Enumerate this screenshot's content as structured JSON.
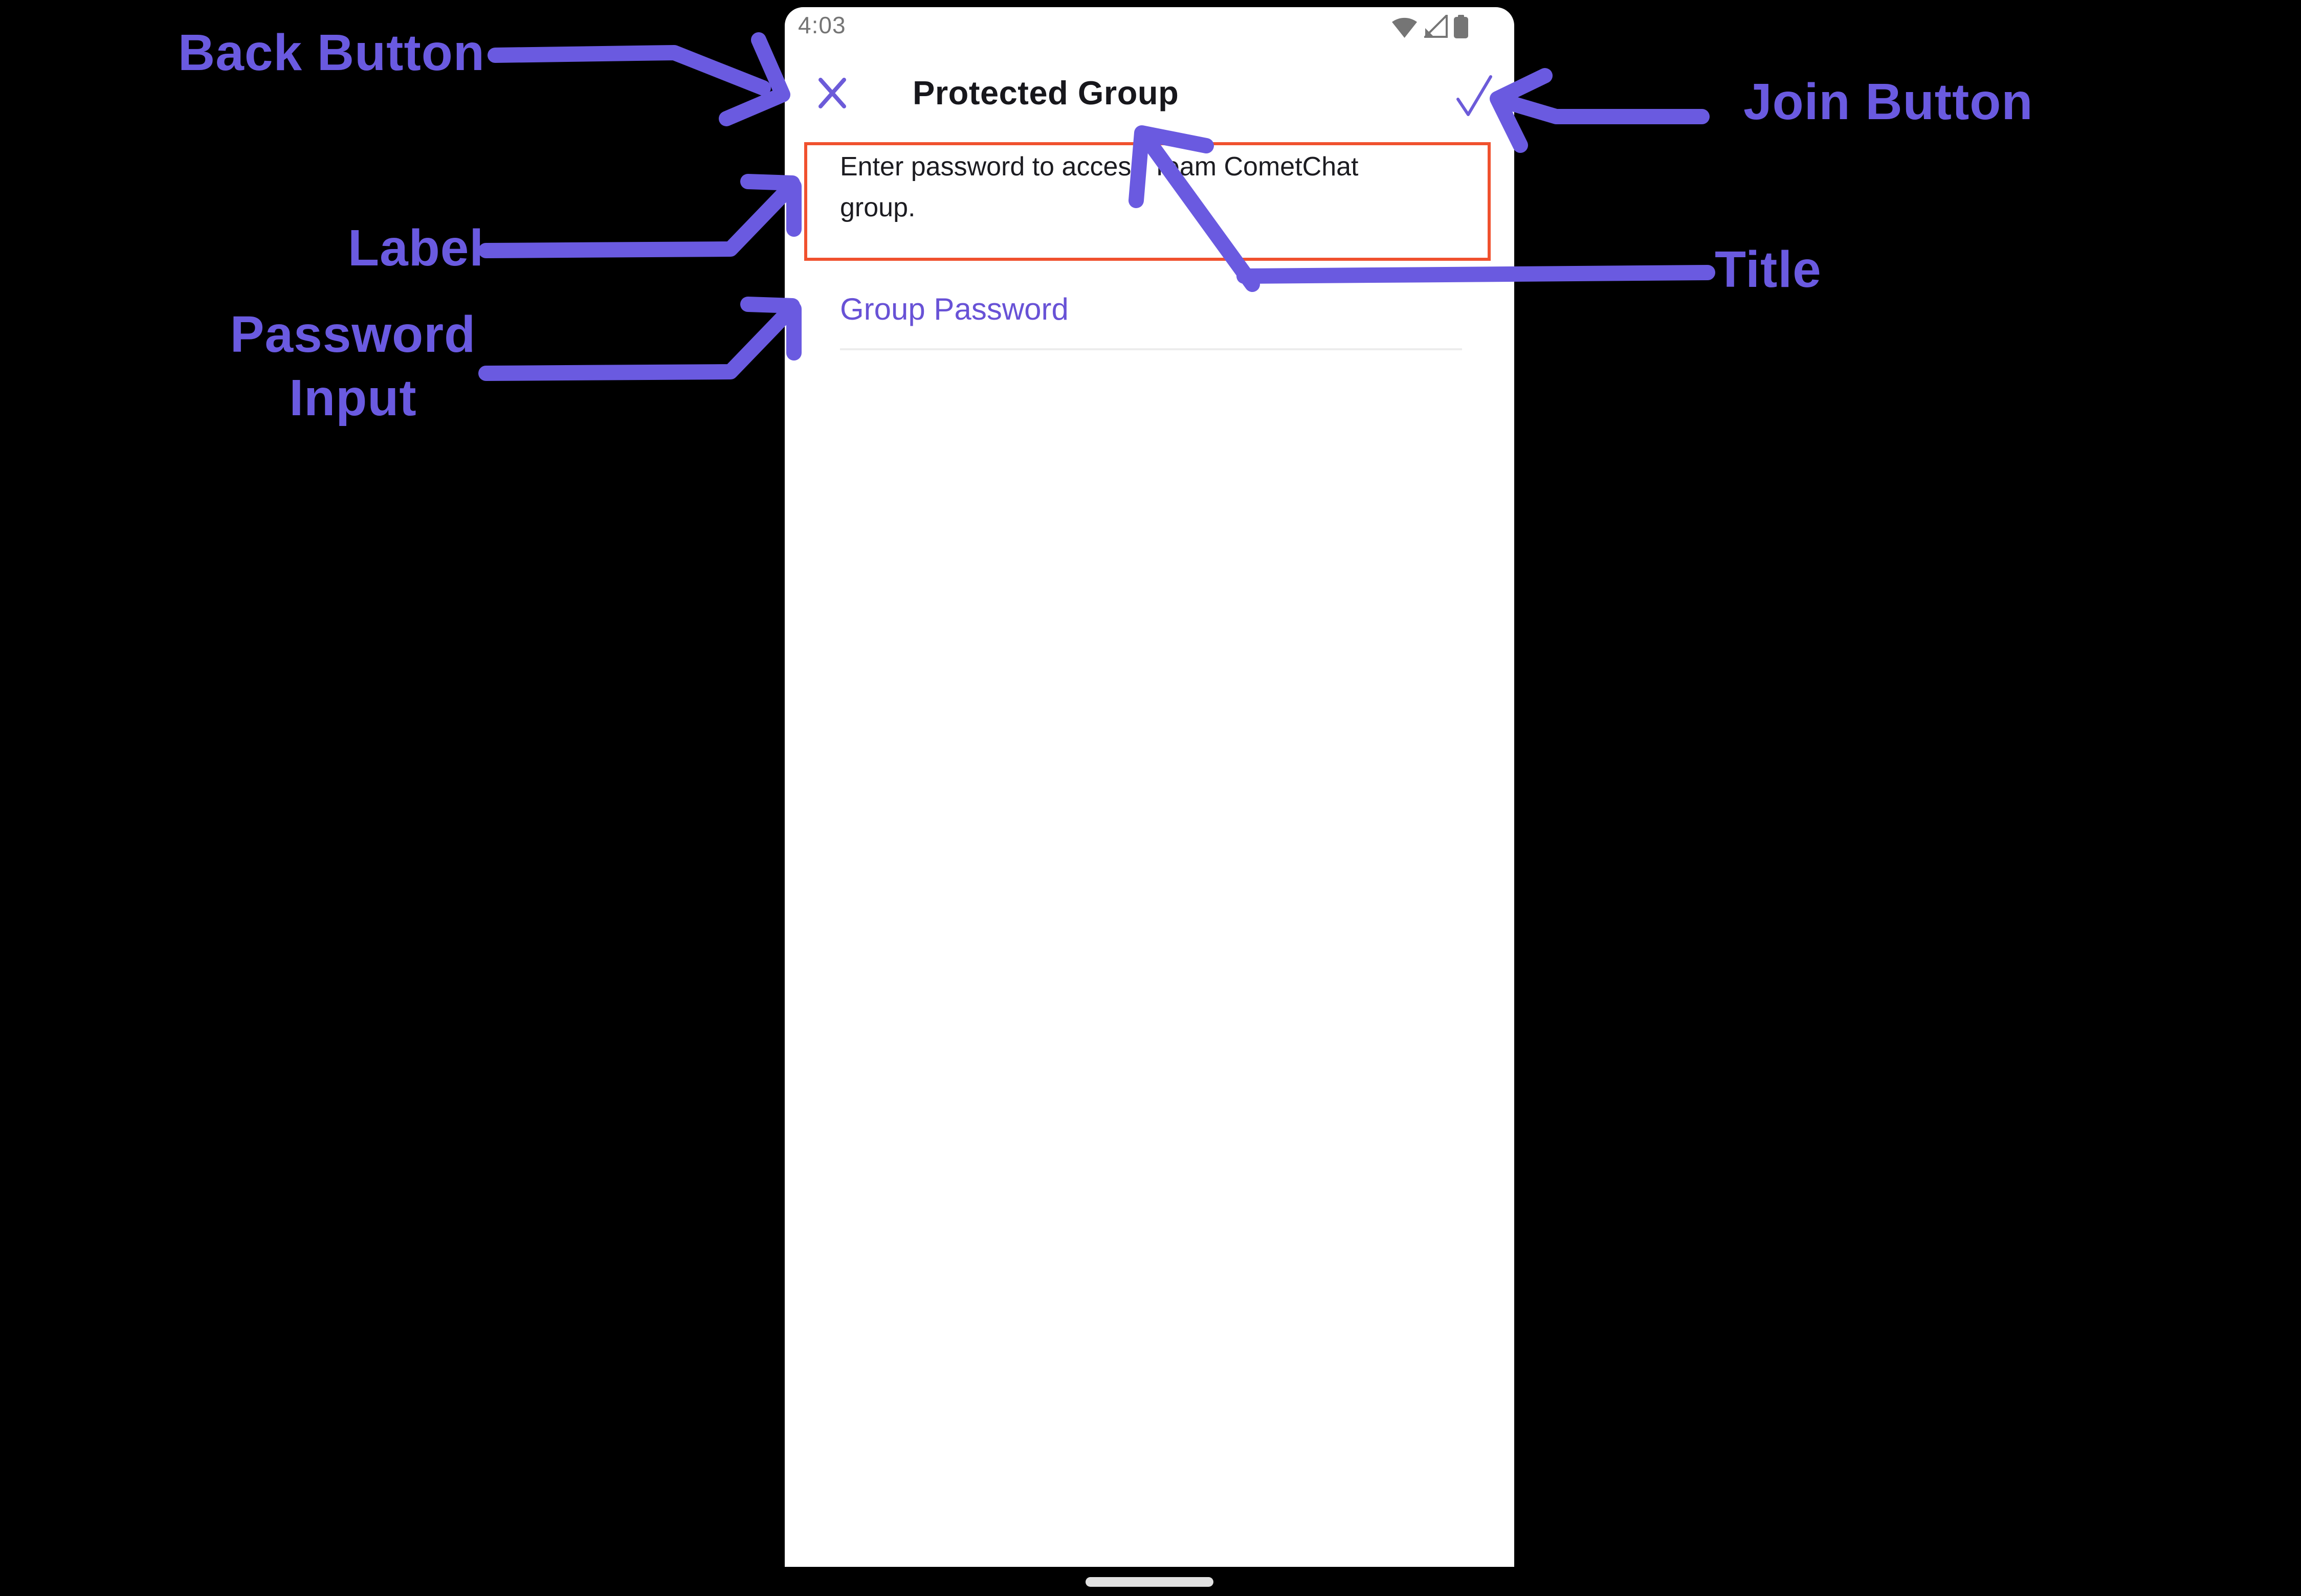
{
  "annotations": {
    "back_button_label": "Back Button",
    "join_button_label": "Join Button",
    "label_label": "Label",
    "title_label": "Title",
    "password_input_line1": "Password",
    "password_input_line2": "Input"
  },
  "phone": {
    "status_bar": {
      "time": "4:03",
      "icons": [
        "wifi-icon",
        "cell-signal-icon",
        "battery-icon"
      ]
    },
    "header": {
      "title": "Protected Group",
      "back_icon": "close-x",
      "join_icon": "checkmark"
    },
    "description": {
      "full_text": "Enter password to access Team CometChat group.",
      "line1": "Enter password to access Team CometChat",
      "line2": "group."
    },
    "password_field": {
      "label": "Group Password",
      "value": ""
    }
  },
  "colors": {
    "annotation_purple": "#6A5AE0",
    "app_purple": "#6852D6",
    "highlight_red": "#F0512E",
    "status_gray": "#757575",
    "title_black": "#17171C",
    "body_black": "#1C1C21",
    "divider_gray": "#ECECEC",
    "home_pill_gray": "#E1E1E1"
  }
}
